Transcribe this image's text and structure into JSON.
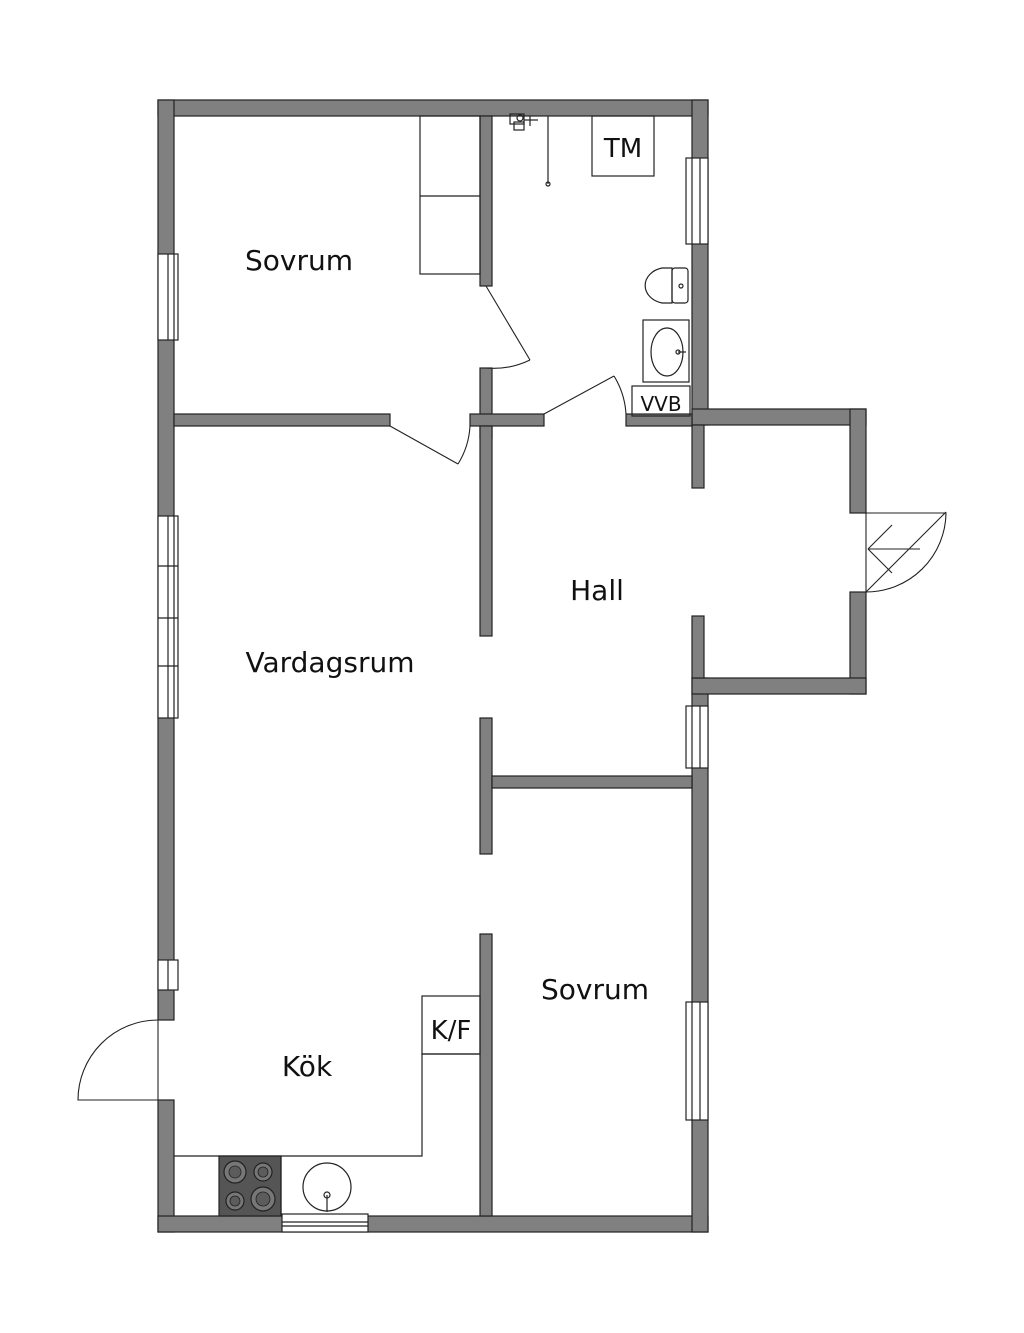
{
  "rooms": {
    "sovrum_top": "Sovrum",
    "hall": "Hall",
    "vardagsrum": "Vardagsrum",
    "sovrum_bottom": "Sovrum",
    "kok": "Kök"
  },
  "fixtures": {
    "tm": "TM",
    "vvb": "VVB",
    "kf": "K/F"
  },
  "colors": {
    "wall_fill": "#808080",
    "wall_outline": "#222222",
    "stove": "#555555",
    "background": "#ffffff"
  },
  "icons": [
    "toilet-icon",
    "washbasin-icon",
    "shower-icon",
    "stove-icon",
    "sink-icon",
    "window-icon",
    "door-swing-icon"
  ]
}
